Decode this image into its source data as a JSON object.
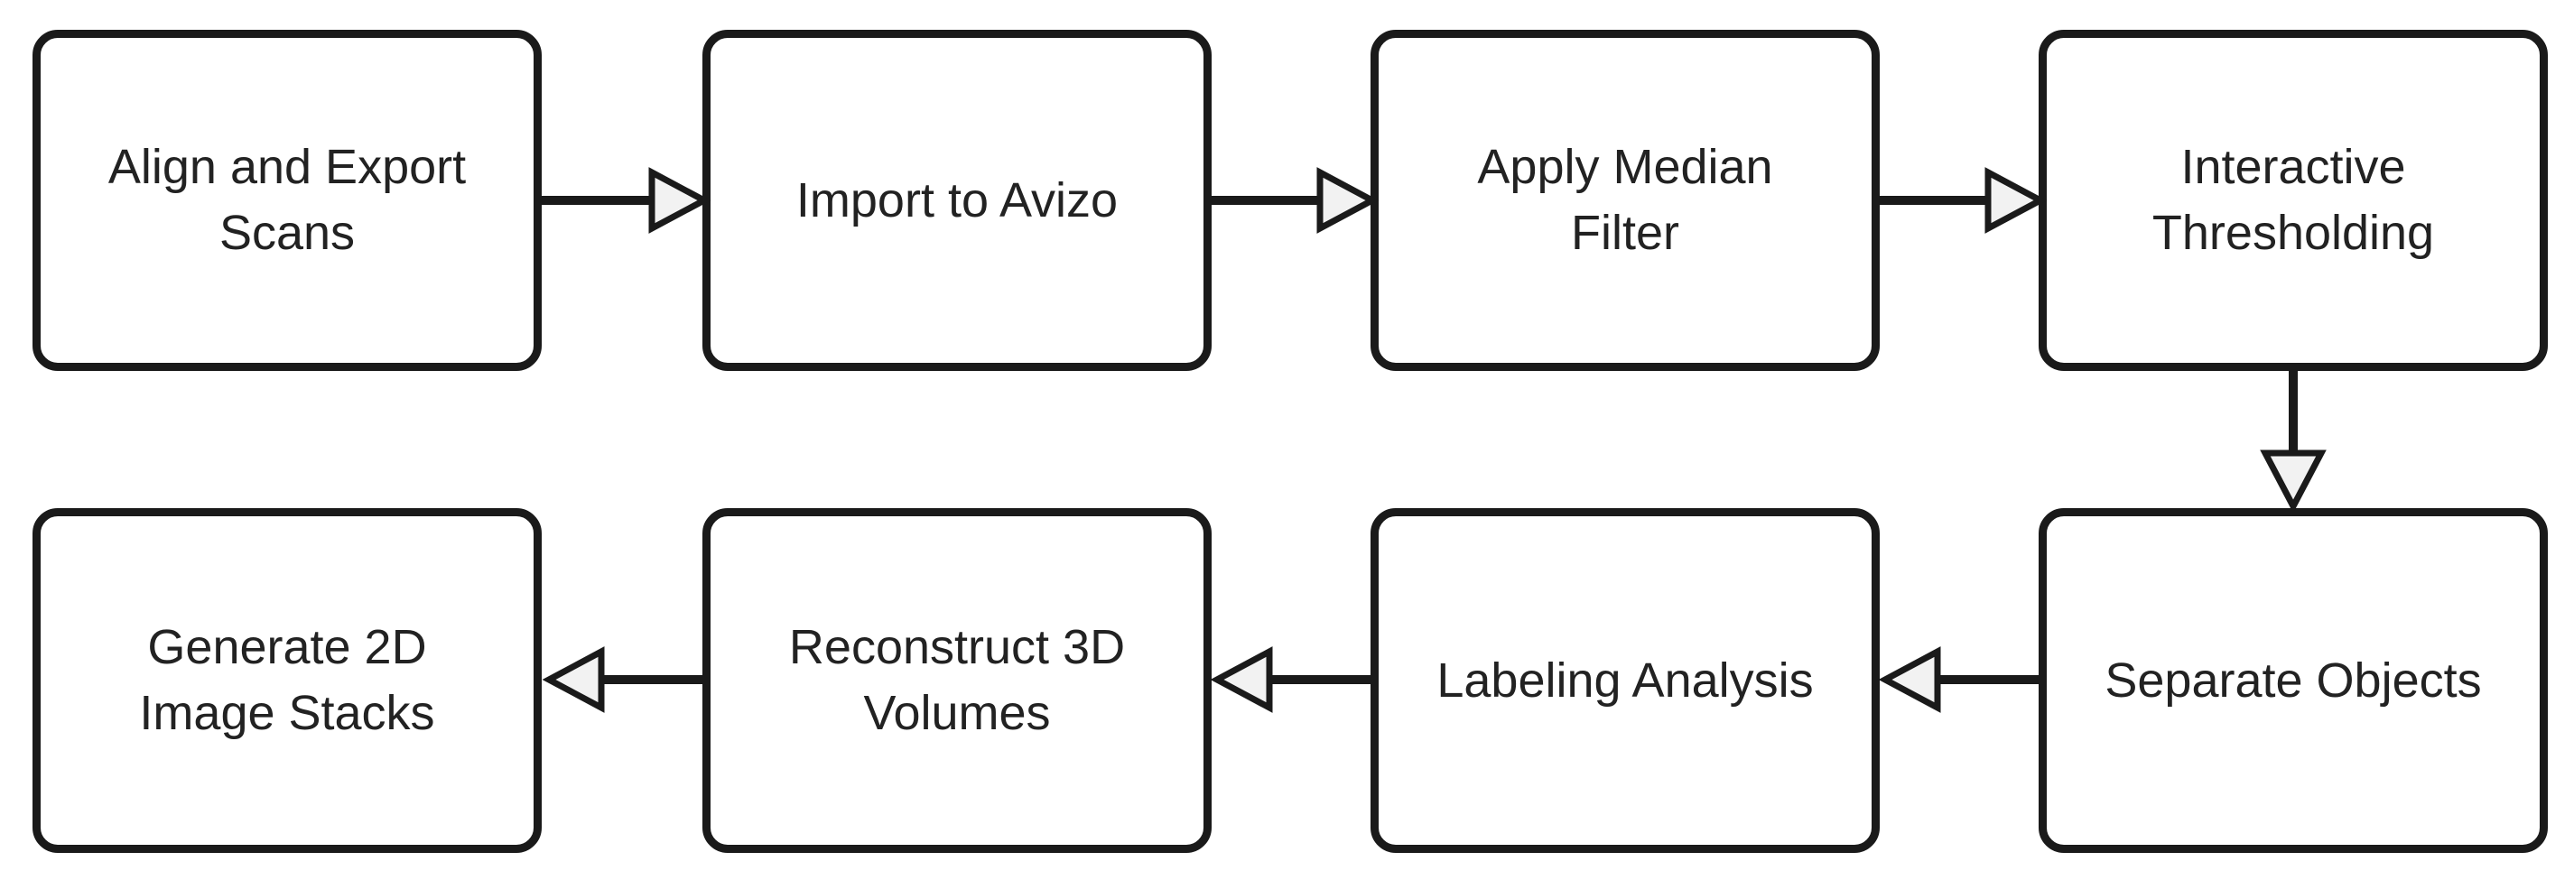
{
  "diagram": {
    "type": "flowchart",
    "title": "",
    "background_color": "#ffffff",
    "node_fill_color": "#ffffff",
    "node_border_color": "#1a1a1a",
    "text_color": "#222222",
    "connector_color": "#1a1a1a",
    "arrowhead_fill_color": "#f2f2f2",
    "nodes": [
      {
        "id": "align-export-scans",
        "label": "Align and Export Scans",
        "lines": [
          "Align and Export",
          "Scans"
        ],
        "row": 1,
        "col": 1
      },
      {
        "id": "import-to-avizo",
        "label": "Import to Avizo",
        "lines": [
          "Import to Avizo",
          ""
        ],
        "row": 1,
        "col": 2
      },
      {
        "id": "apply-median-filter",
        "label": "Apply Median Filter",
        "lines": [
          "Apply Median",
          "Filter"
        ],
        "row": 1,
        "col": 3
      },
      {
        "id": "interactive-thresholding",
        "label": "Interactive Thresholding",
        "lines": [
          "Interactive",
          "Thresholding"
        ],
        "row": 1,
        "col": 4
      },
      {
        "id": "separate-objects",
        "label": "Separate Objects",
        "lines": [
          "Separate Objects",
          ""
        ],
        "row": 2,
        "col": 4
      },
      {
        "id": "labeling-analysis",
        "label": "Labeling Analysis",
        "lines": [
          "Labeling Analysis",
          ""
        ],
        "row": 2,
        "col": 3
      },
      {
        "id": "reconstruct-3d-volumes",
        "label": "Reconstruct 3D Volumes",
        "lines": [
          "Reconstruct 3D",
          "Volumes"
        ],
        "row": 2,
        "col": 2
      },
      {
        "id": "generate-2d-image-stacks",
        "label": "Generate 2D Image Stacks",
        "lines": [
          "Generate 2D",
          "Image Stacks"
        ],
        "row": 2,
        "col": 1
      }
    ],
    "edges": [
      {
        "from": "align-export-scans",
        "to": "import-to-avizo",
        "direction": "right"
      },
      {
        "from": "import-to-avizo",
        "to": "apply-median-filter",
        "direction": "right"
      },
      {
        "from": "apply-median-filter",
        "to": "interactive-thresholding",
        "direction": "right"
      },
      {
        "from": "interactive-thresholding",
        "to": "separate-objects",
        "direction": "down"
      },
      {
        "from": "separate-objects",
        "to": "labeling-analysis",
        "direction": "left"
      },
      {
        "from": "labeling-analysis",
        "to": "reconstruct-3d-volumes",
        "direction": "left"
      },
      {
        "from": "reconstruct-3d-volumes",
        "to": "generate-2d-image-stacks",
        "direction": "left"
      }
    ]
  }
}
